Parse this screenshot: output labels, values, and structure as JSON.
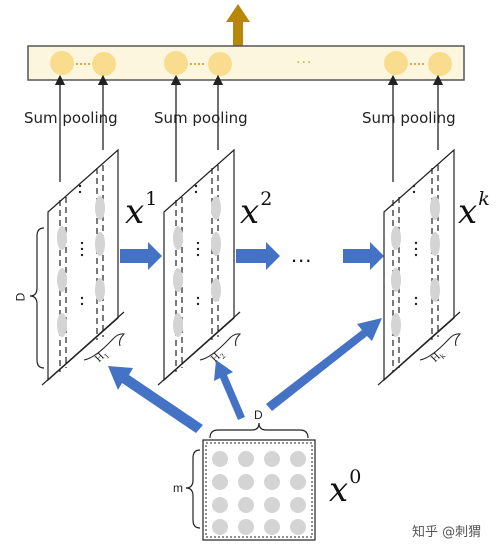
{
  "pooling": {
    "label1": "Sum pooling",
    "label2": "Sum pooling",
    "label3": "Sum pooling"
  },
  "layers": {
    "x1": {
      "base": "x",
      "sup": "1",
      "h": "H",
      "hsub": "1"
    },
    "x2": {
      "base": "x",
      "sup": "2",
      "h": "H",
      "hsub": "2"
    },
    "xk": {
      "base": "x",
      "sup": "k",
      "h": "H",
      "hsub": "k"
    },
    "x0": {
      "base": "x",
      "sup": "0"
    }
  },
  "side": {
    "d_left": "D",
    "d_top": "D",
    "m": "m"
  },
  "ellipsis": "...",
  "top_dots": "...",
  "watermark": "知乎 @刺猬",
  "colors": {
    "arrow_blue": "#4472C4",
    "output_arrow": "#B8860B",
    "node_fill": "#F9DC8E",
    "bar_fill": "#FDF6DE",
    "circle_grey": "#D4D4D4"
  }
}
